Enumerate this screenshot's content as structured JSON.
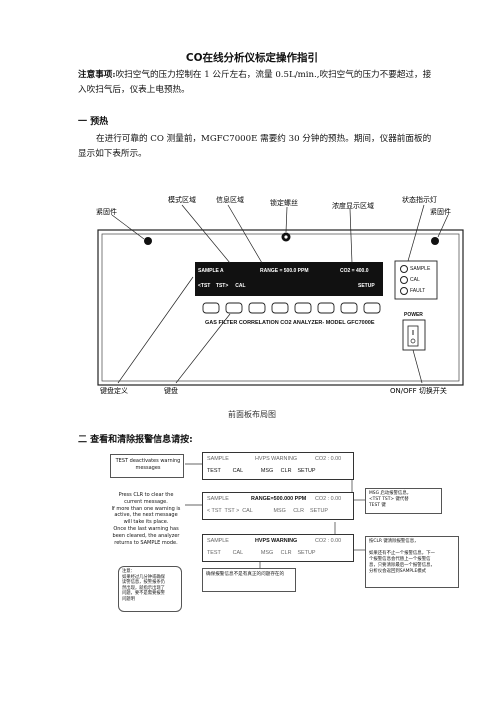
{
  "doc": {
    "title": "CO在线分析仪标定操作指引",
    "note_label": "注意事项:",
    "note_text": "吹扫空气的压力控制在 1 公斤左右，流量 0.5L/min.,吹扫空气的压力不要超过，接入吹扫气后，仪表上电预热。",
    "section1_heading": "一  预热",
    "section1_text": "在进行可靠的 CO 测量前，MGFC7000E 需要约 30 分钟的预热。期间，仪器前面板的显示如下表所示。",
    "figure_caption": "前面板布局图",
    "section2_heading": "二  查看和清除报警信息请按:"
  },
  "panel": {
    "callouts": {
      "mode_area": "模式区域",
      "message_area": "信息区域",
      "lock_screw": "锁定螺丝",
      "conc_display": "浓度显示区域",
      "status_lights": "状态指示灯",
      "fastener_left": "紧固件",
      "fastener_right": "紧固件",
      "key_def": "键盘定义",
      "keypad": "键盘",
      "power_switch": "ON/OFF 切换开关"
    },
    "display": {
      "mode": "SAMPLE A",
      "range": "RANGE = 500.0 PPM",
      "conc": "CO2 = 400.0",
      "keys_left": "<TST    TST>     CAL",
      "keys_right": "SETUP"
    },
    "status_labels": [
      "SAMPLE",
      "CAL",
      "FAULT"
    ],
    "power_label": "POWER",
    "model_line": "GAS FILTER CORRELATION CO2 ANALYZER- MODEL GFC7000E"
  },
  "warnings": {
    "left_notes": {
      "test_note": "TEST deactivates warning messages",
      "clr_note": "Press CLR to clear the current message.\nIf more than one warning is active, the next message will take its place.\nOnce the last warning has been cleared, the analyzer returns to SAMPLE mode.",
      "cn_note": "注意：\n如果经过几分钟或确保\n读警信息，按警报条仍\n然出现，就指示出现了\n问题，要不是需要报警\n问题明"
    },
    "screens": [
      {
        "top_left": "SAMPLE",
        "top_mid": "HVPS WARNING",
        "top_right": "CO2 : 0.00",
        "bottom": "TEST        CAL            MSG     CLR    SETUP"
      },
      {
        "top_left": "SAMPLE",
        "top_mid": "RANGE=500.000 PPM",
        "top_right": "CO2 : 0.00",
        "bottom": "< TST  TST >  CAL              MSG     CLR    SETUP"
      },
      {
        "top_left": "SAMPLE",
        "top_mid": "HVPS  WARNING",
        "top_right": "CO2 : 0.00",
        "bottom": "TEST        CAL            MSG     CLR    SETUP"
      }
    ],
    "right_notes": {
      "msg_note": "MSG 启动报警信息，\n<TST TST> 键代替\nTEST 键",
      "clr_note": "按CLR 键清除报警信息，\n\n如果还有不止一个报警信息，下一\n个报警信息会代替上一个报警信\n息，只要清除最后一个报警信息，\n分析仪会返回到SAMPLE模式"
    },
    "bottom_note": "确保报警信息不是有真正的问题存在的"
  }
}
